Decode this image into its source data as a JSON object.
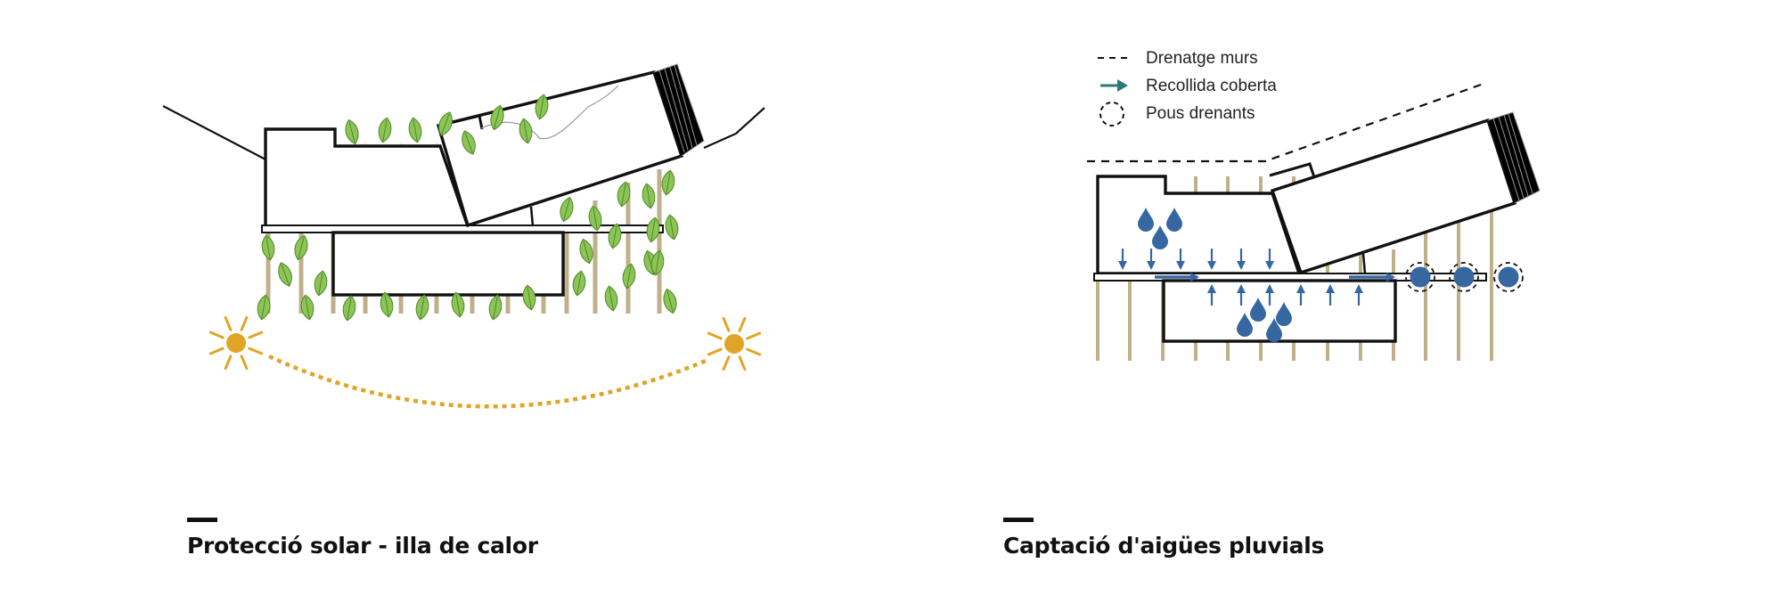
{
  "panels": [
    {
      "title": "Protecció solar - illa de calor"
    },
    {
      "title": "Captació d'aigües pluvials"
    }
  ],
  "legend": [
    {
      "label": "Drenatge murs",
      "icon": "dashed-line-icon"
    },
    {
      "label": "Recollida coberta",
      "icon": "arrow-right-icon"
    },
    {
      "label": "Pous drenants",
      "icon": "dashed-circle-icon"
    }
  ],
  "colors": {
    "leaf": "#8cc455",
    "leaf_stroke": "#4f8a2b",
    "sun": "#e0a526",
    "pillar": "#bfb08b",
    "water": "#3667a0",
    "arrow_teal": "#2a7a78",
    "line": "#111111"
  }
}
